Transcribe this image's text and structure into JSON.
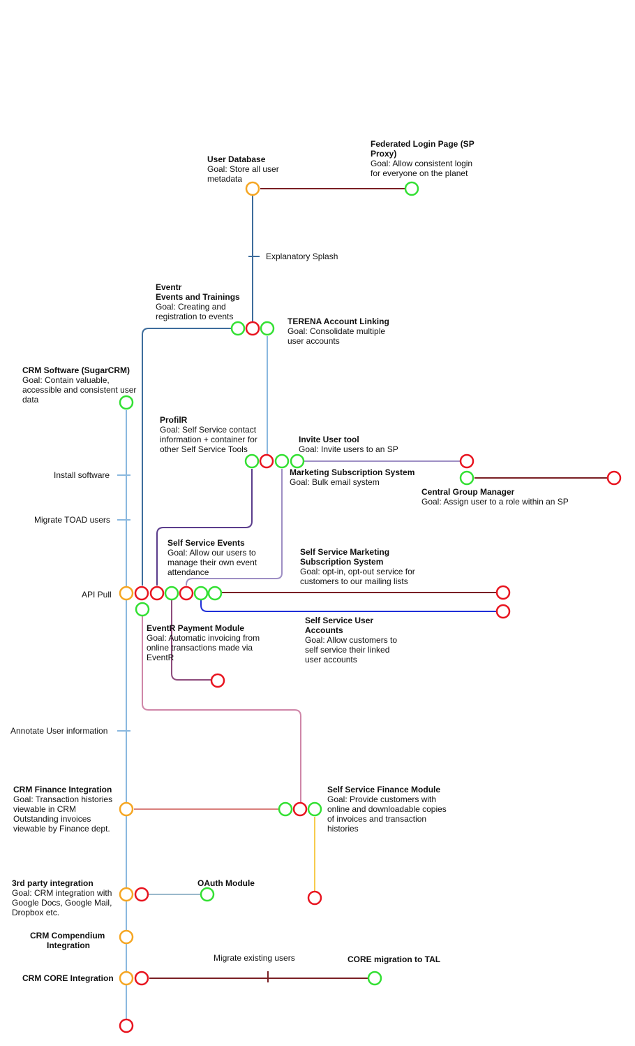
{
  "colors": {
    "orange": "#f5a623",
    "green": "#33e033",
    "red": "#e8141f",
    "light_blue": "#8ab8df",
    "steel_blue": "#3e6d9c",
    "dark_red": "#7a1f24",
    "lavender": "#9e8fc4",
    "purple": "#5b3d8c",
    "blue": "#1f2fd8",
    "plum": "#8e4c7c",
    "pink": "#cf86a8",
    "salmon": "#d9807c",
    "yellow": "#f7cb4d",
    "grey_blue": "#9ab9cc"
  },
  "services": {
    "user_database": {
      "title": "User Database",
      "goal": [
        "Goal: Store all user",
        "metadata"
      ]
    },
    "federated_login": {
      "title": [
        "Federated Login Page (SP",
        "Proxy)"
      ],
      "goal": [
        "Goal: Allow consistent login",
        "for everyone on the planet"
      ]
    },
    "eventr": {
      "title": [
        "Eventr",
        "Events and Trainings"
      ],
      "goal": [
        "Goal: Creating and",
        "registration to events"
      ]
    },
    "terena": {
      "title": "TERENA Account Linking",
      "goal": [
        "Goal: Consolidate multiple",
        "user accounts"
      ]
    },
    "crm_software": {
      "title": "CRM Software (SugarCRM)",
      "goal": [
        "Goal: Contain valuable,",
        "accessible and consistent user",
        "data"
      ]
    },
    "profilr": {
      "title": "ProfilR",
      "goal": [
        "Goal: Self Service contact",
        "information + container for",
        "other Self Service Tools"
      ]
    },
    "invite_user": {
      "title": "Invite User tool",
      "goal": [
        "Goal: Invite users to an SP"
      ]
    },
    "marketing_subscription": {
      "title": "Marketing Subscription System",
      "goal": [
        "Goal: Bulk email system"
      ]
    },
    "central_group": {
      "title": "Central Group Manager",
      "goal": [
        "Goal: Assign user to a role within an SP"
      ]
    },
    "self_service_events": {
      "title": "Self Service Events",
      "goal": [
        "Goal: Allow our users to",
        "manage their own event",
        "attendance"
      ]
    },
    "self_service_marketing": {
      "title": [
        "Self Service Marketing",
        "Subscription System"
      ],
      "goal": [
        "Goal: opt-in, opt-out service for",
        "customers to our mailing lists"
      ]
    },
    "self_service_user_accounts": {
      "title": [
        "Self Service User",
        "Accounts"
      ],
      "goal": [
        "Goal: Allow customers to",
        "self service their linked",
        "user accounts"
      ]
    },
    "eventr_payment": {
      "title": "EventR Payment Module",
      "goal": [
        "Goal: Automatic invoicing from",
        "online transactions made via",
        "EventR"
      ]
    },
    "crm_finance": {
      "title": "CRM Finance Integration",
      "goal": [
        "Goal: Transaction histories",
        "viewable in CRM",
        "Outstanding invoices",
        "viewable by Finance dept."
      ]
    },
    "self_service_finance": {
      "title": "Self Service Finance Module",
      "goal": [
        "Goal: Provide customers with",
        "online and downloadable copies",
        "of invoices and transaction",
        "histories"
      ]
    },
    "third_party": {
      "title": "3rd party integration",
      "goal": [
        "Goal: CRM integration with",
        "Google Docs, Google Mail,",
        "Dropbox etc."
      ]
    },
    "oauth": {
      "title": "OAuth Module"
    },
    "crm_compendium": {
      "title": [
        "CRM Compendium",
        "Integration"
      ]
    },
    "crm_core": {
      "title": "CRM CORE Integration"
    },
    "core_migration": {
      "title": "CORE migration to TAL"
    }
  },
  "milestones": {
    "explanatory_splash": "Explanatory Splash",
    "install_software": "Install software",
    "migrate_toad": "Migrate TOAD users",
    "api_pull": "API Pull",
    "annotate_user": "Annotate User information",
    "migrate_existing": "Migrate existing users"
  }
}
